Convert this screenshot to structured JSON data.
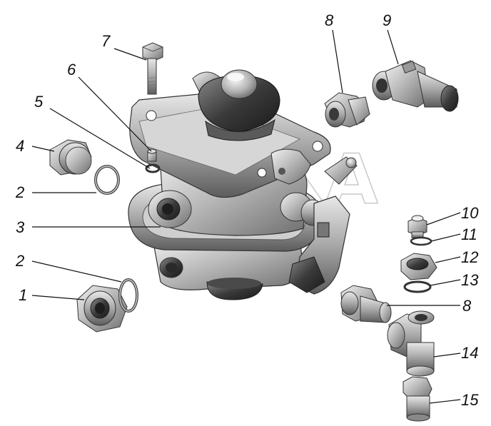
{
  "diagram": {
    "watermark_text": "ОРКА",
    "callouts": [
      {
        "id": "c7",
        "label": "7"
      },
      {
        "id": "c6",
        "label": "6"
      },
      {
        "id": "c5",
        "label": "5"
      },
      {
        "id": "c4",
        "label": "4"
      },
      {
        "id": "c2a",
        "label": "2"
      },
      {
        "id": "c3",
        "label": "3"
      },
      {
        "id": "c2b",
        "label": "2"
      },
      {
        "id": "c1",
        "label": "1"
      },
      {
        "id": "c8a",
        "label": "8"
      },
      {
        "id": "c9",
        "label": "9"
      },
      {
        "id": "c10",
        "label": "10"
      },
      {
        "id": "c11",
        "label": "11"
      },
      {
        "id": "c12",
        "label": "12"
      },
      {
        "id": "c13",
        "label": "13"
      },
      {
        "id": "c8b",
        "label": "8"
      },
      {
        "id": "c14",
        "label": "14"
      },
      {
        "id": "c15",
        "label": "15"
      }
    ]
  }
}
